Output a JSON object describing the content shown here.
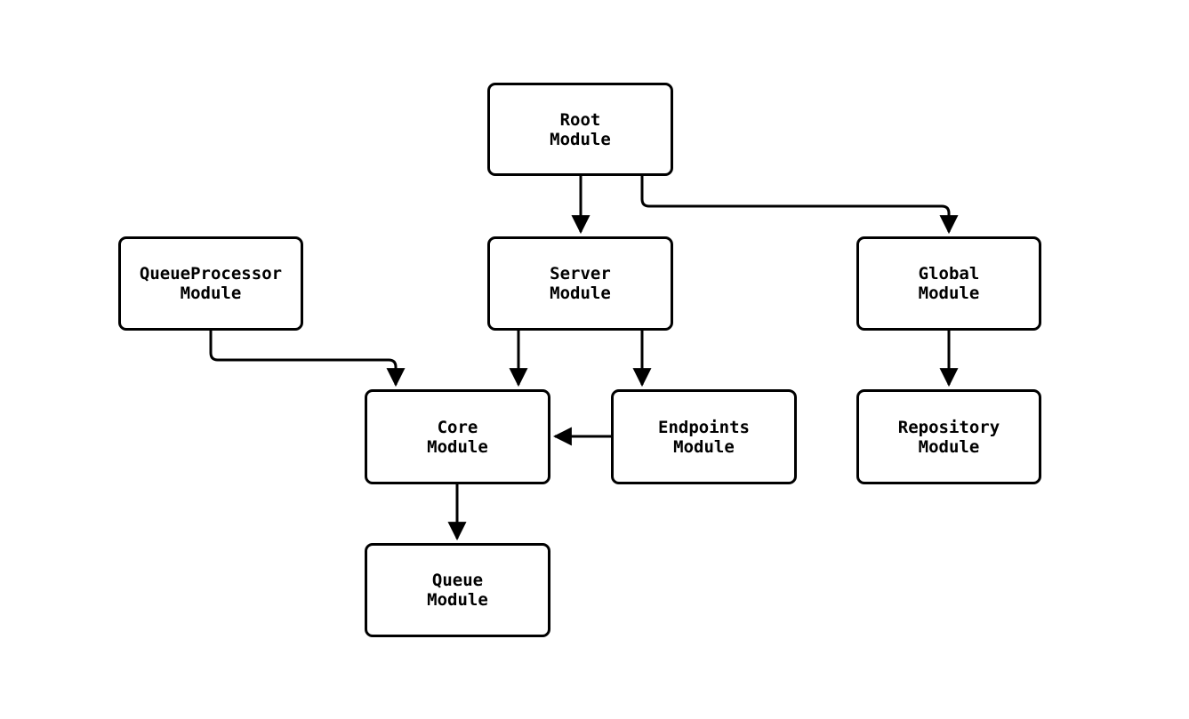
{
  "diagram": {
    "type": "flowchart",
    "colors": {
      "background": "#ffffff",
      "node_fill": "#ffffff",
      "node_border": "#000000",
      "edge": "#000000",
      "text": "#000000"
    },
    "nodes": [
      {
        "id": "root",
        "label": "Root\nModule"
      },
      {
        "id": "queueprocessor",
        "label": "QueueProcessor\nModule"
      },
      {
        "id": "server",
        "label": "Server\nModule"
      },
      {
        "id": "global",
        "label": "Global\nModule"
      },
      {
        "id": "core",
        "label": "Core\nModule"
      },
      {
        "id": "endpoints",
        "label": "Endpoints\nModule"
      },
      {
        "id": "repository",
        "label": "Repository\nModule"
      },
      {
        "id": "queue",
        "label": "Queue\nModule"
      }
    ],
    "edges": [
      {
        "from": "root",
        "to": "server"
      },
      {
        "from": "root",
        "to": "global"
      },
      {
        "from": "queueprocessor",
        "to": "core"
      },
      {
        "from": "server",
        "to": "core"
      },
      {
        "from": "server",
        "to": "endpoints"
      },
      {
        "from": "endpoints",
        "to": "core"
      },
      {
        "from": "global",
        "to": "repository"
      },
      {
        "from": "core",
        "to": "queue"
      }
    ]
  }
}
